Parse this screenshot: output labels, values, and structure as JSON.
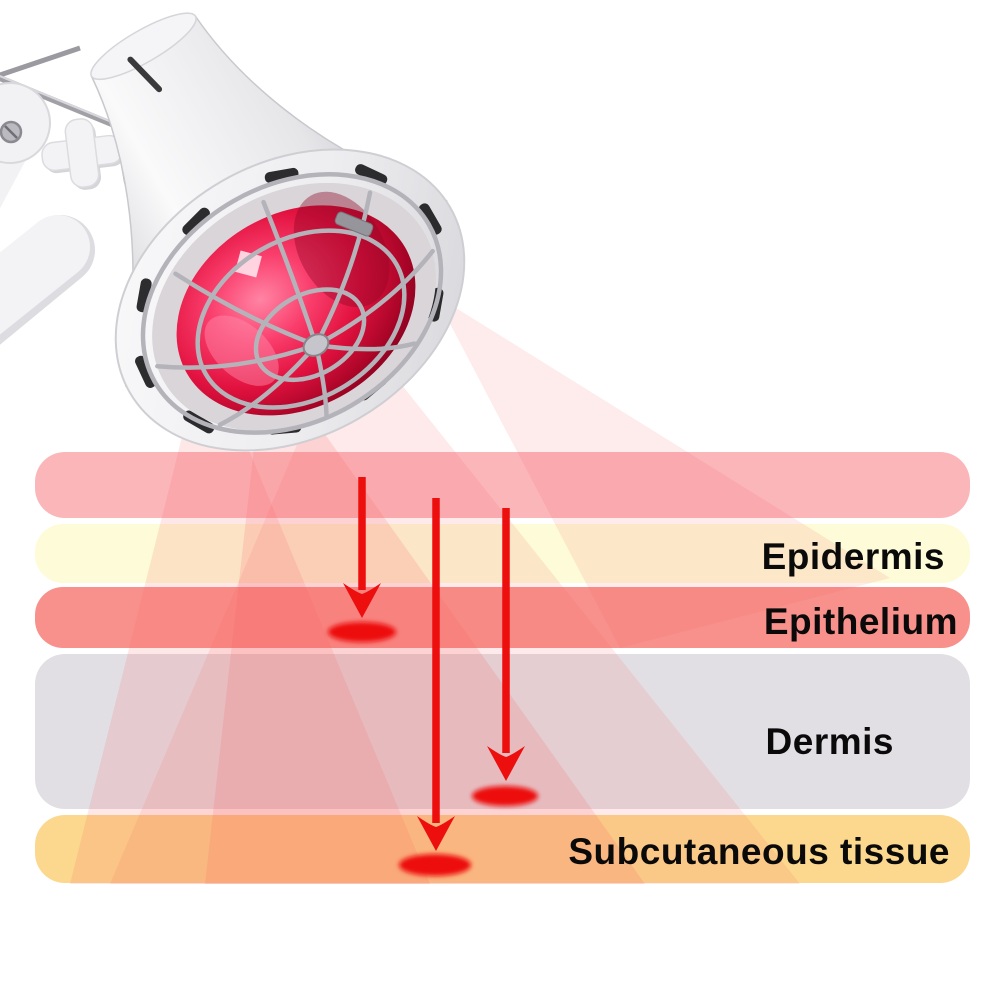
{
  "layers": [
    {
      "id": "surface-layer",
      "label": "",
      "color": "#fbb6ba"
    },
    {
      "id": "epidermis",
      "label": "Epidermis",
      "color": "#fdfbd8"
    },
    {
      "id": "epithelium",
      "label": "Epithelium",
      "color": "#f8918b"
    },
    {
      "id": "dermis",
      "label": "Dermis",
      "color": "#e2dfe4"
    },
    {
      "id": "subcutaneous",
      "label": "Subcutaneous tissue",
      "color": "#fbd88e"
    }
  ],
  "beam": {
    "color": "#f75e5e"
  },
  "arrows": {
    "color": "#ed0e0e",
    "count": 3
  },
  "spots": {
    "color": "#ed0e0e",
    "count": 3
  },
  "lamp": {
    "bulb_color": "#e2123f",
    "body_color": "#fafafb",
    "cage_color": "#b4b3ba",
    "slot_color": "#1c1c1e"
  }
}
